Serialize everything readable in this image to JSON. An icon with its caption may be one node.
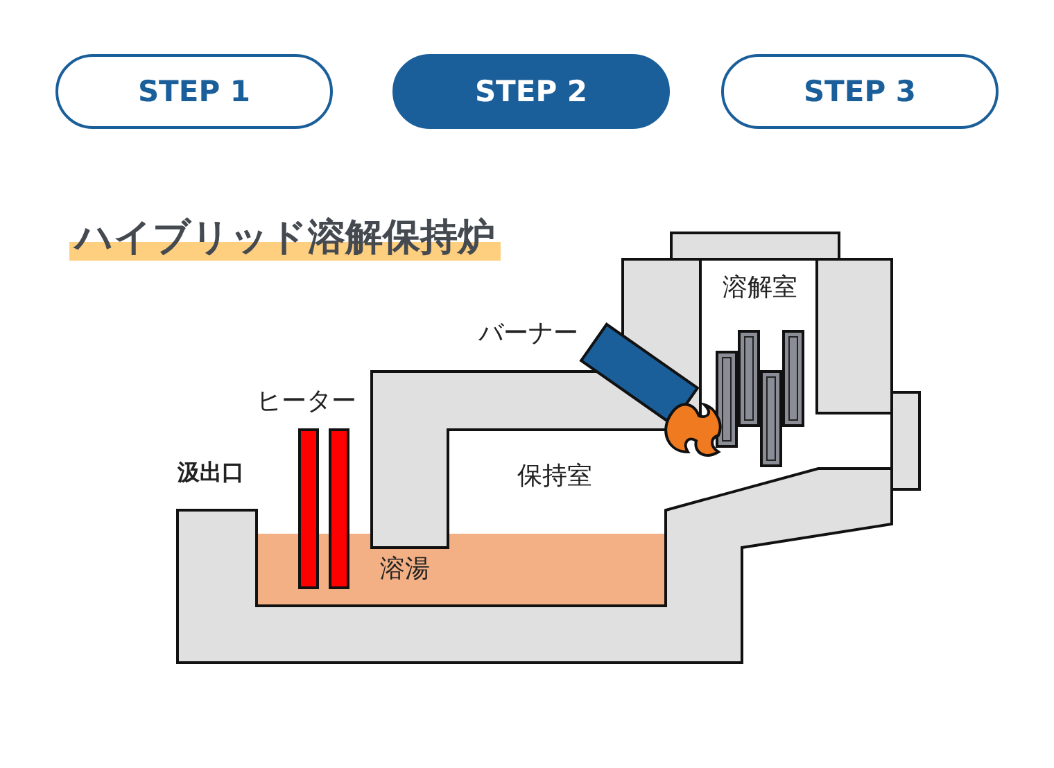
{
  "diagram": {
    "title": "ハイブリッド溶解保持炉",
    "nodes": [
      {
        "text": [
          "STEP 1"
        ]
      },
      {
        "text": [
          "STEP 2"
        ]
      },
      {
        "text": [
          "STEP 3"
        ]
      }
    ],
    "labels": [
      "溶解室",
      "バーナー",
      "ヒーター",
      "汲出口",
      "保持室",
      "溶湯"
    ]
  }
}
